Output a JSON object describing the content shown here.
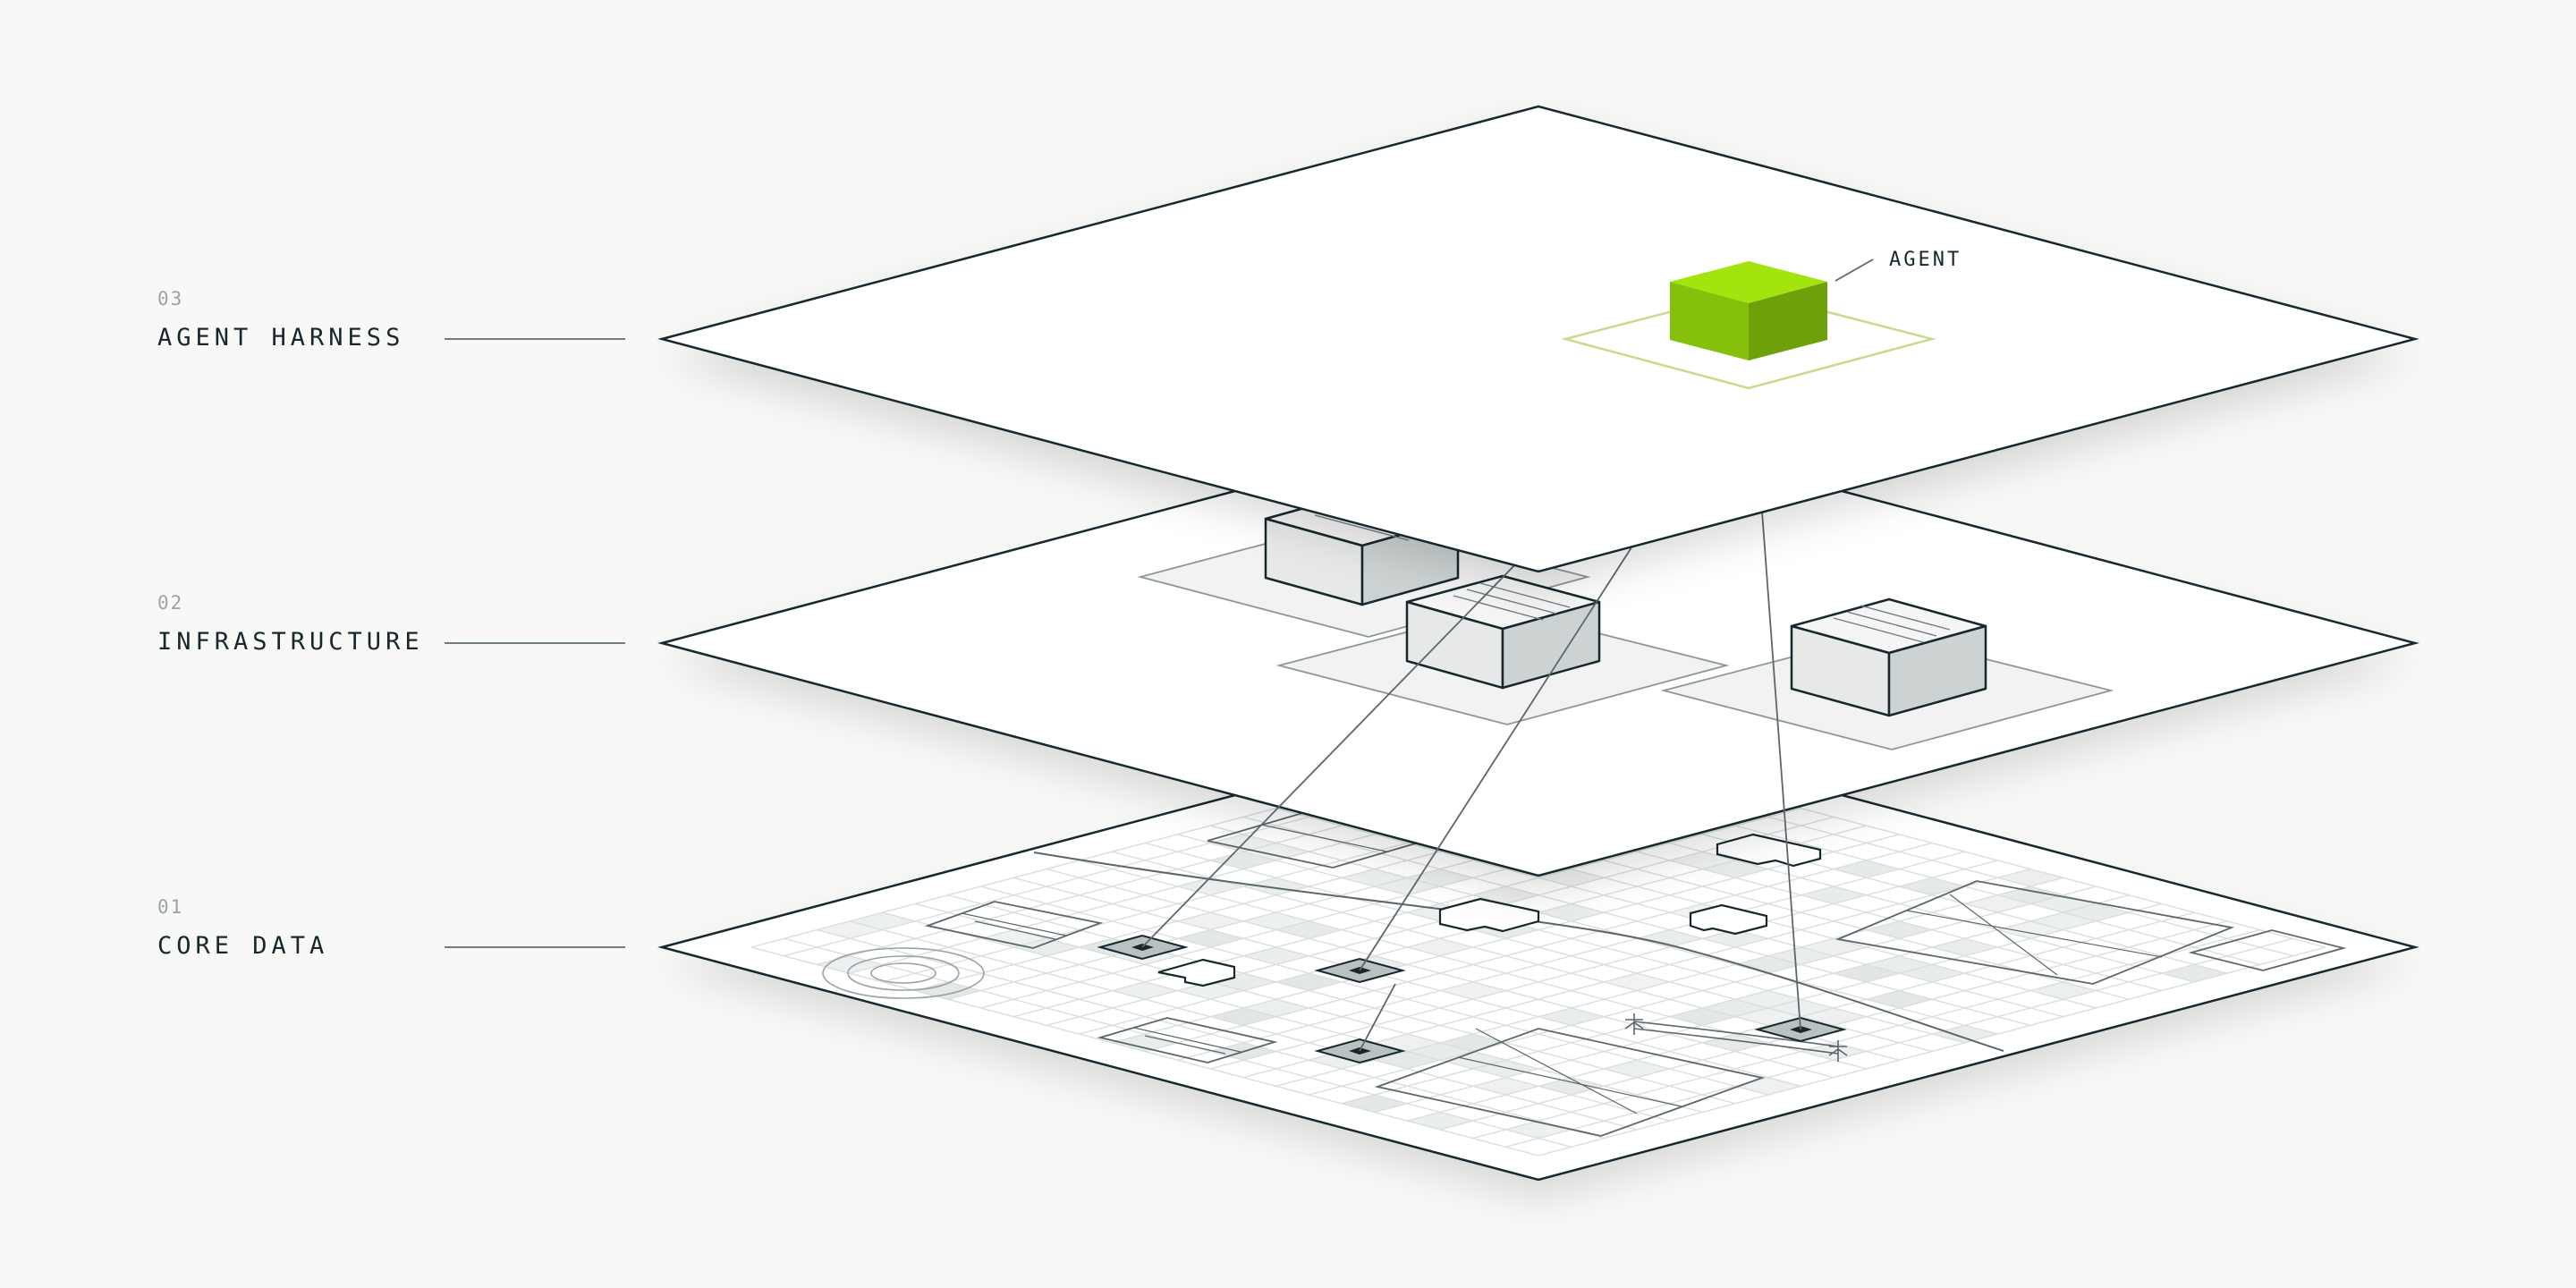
{
  "layers": [
    {
      "number": "03",
      "name": "AGENT HARNESS"
    },
    {
      "number": "02",
      "name": "INFRASTRUCTURE"
    },
    {
      "number": "01",
      "name": "CORE DATA"
    }
  ],
  "agent_label": "AGENT",
  "colors": {
    "background": "#f8f8f7",
    "plane": "#ffffff",
    "outline": "#17272e",
    "agent_top": "#a3e40f",
    "agent_left": "#84c00c",
    "agent_right": "#6da009",
    "agent_footprint": "#c6dc8c",
    "building_left": "#e6e9e8",
    "building_right": "#ccd3d2",
    "grid_line": "#dadfde",
    "grid_fill": "#e2e7e6"
  }
}
